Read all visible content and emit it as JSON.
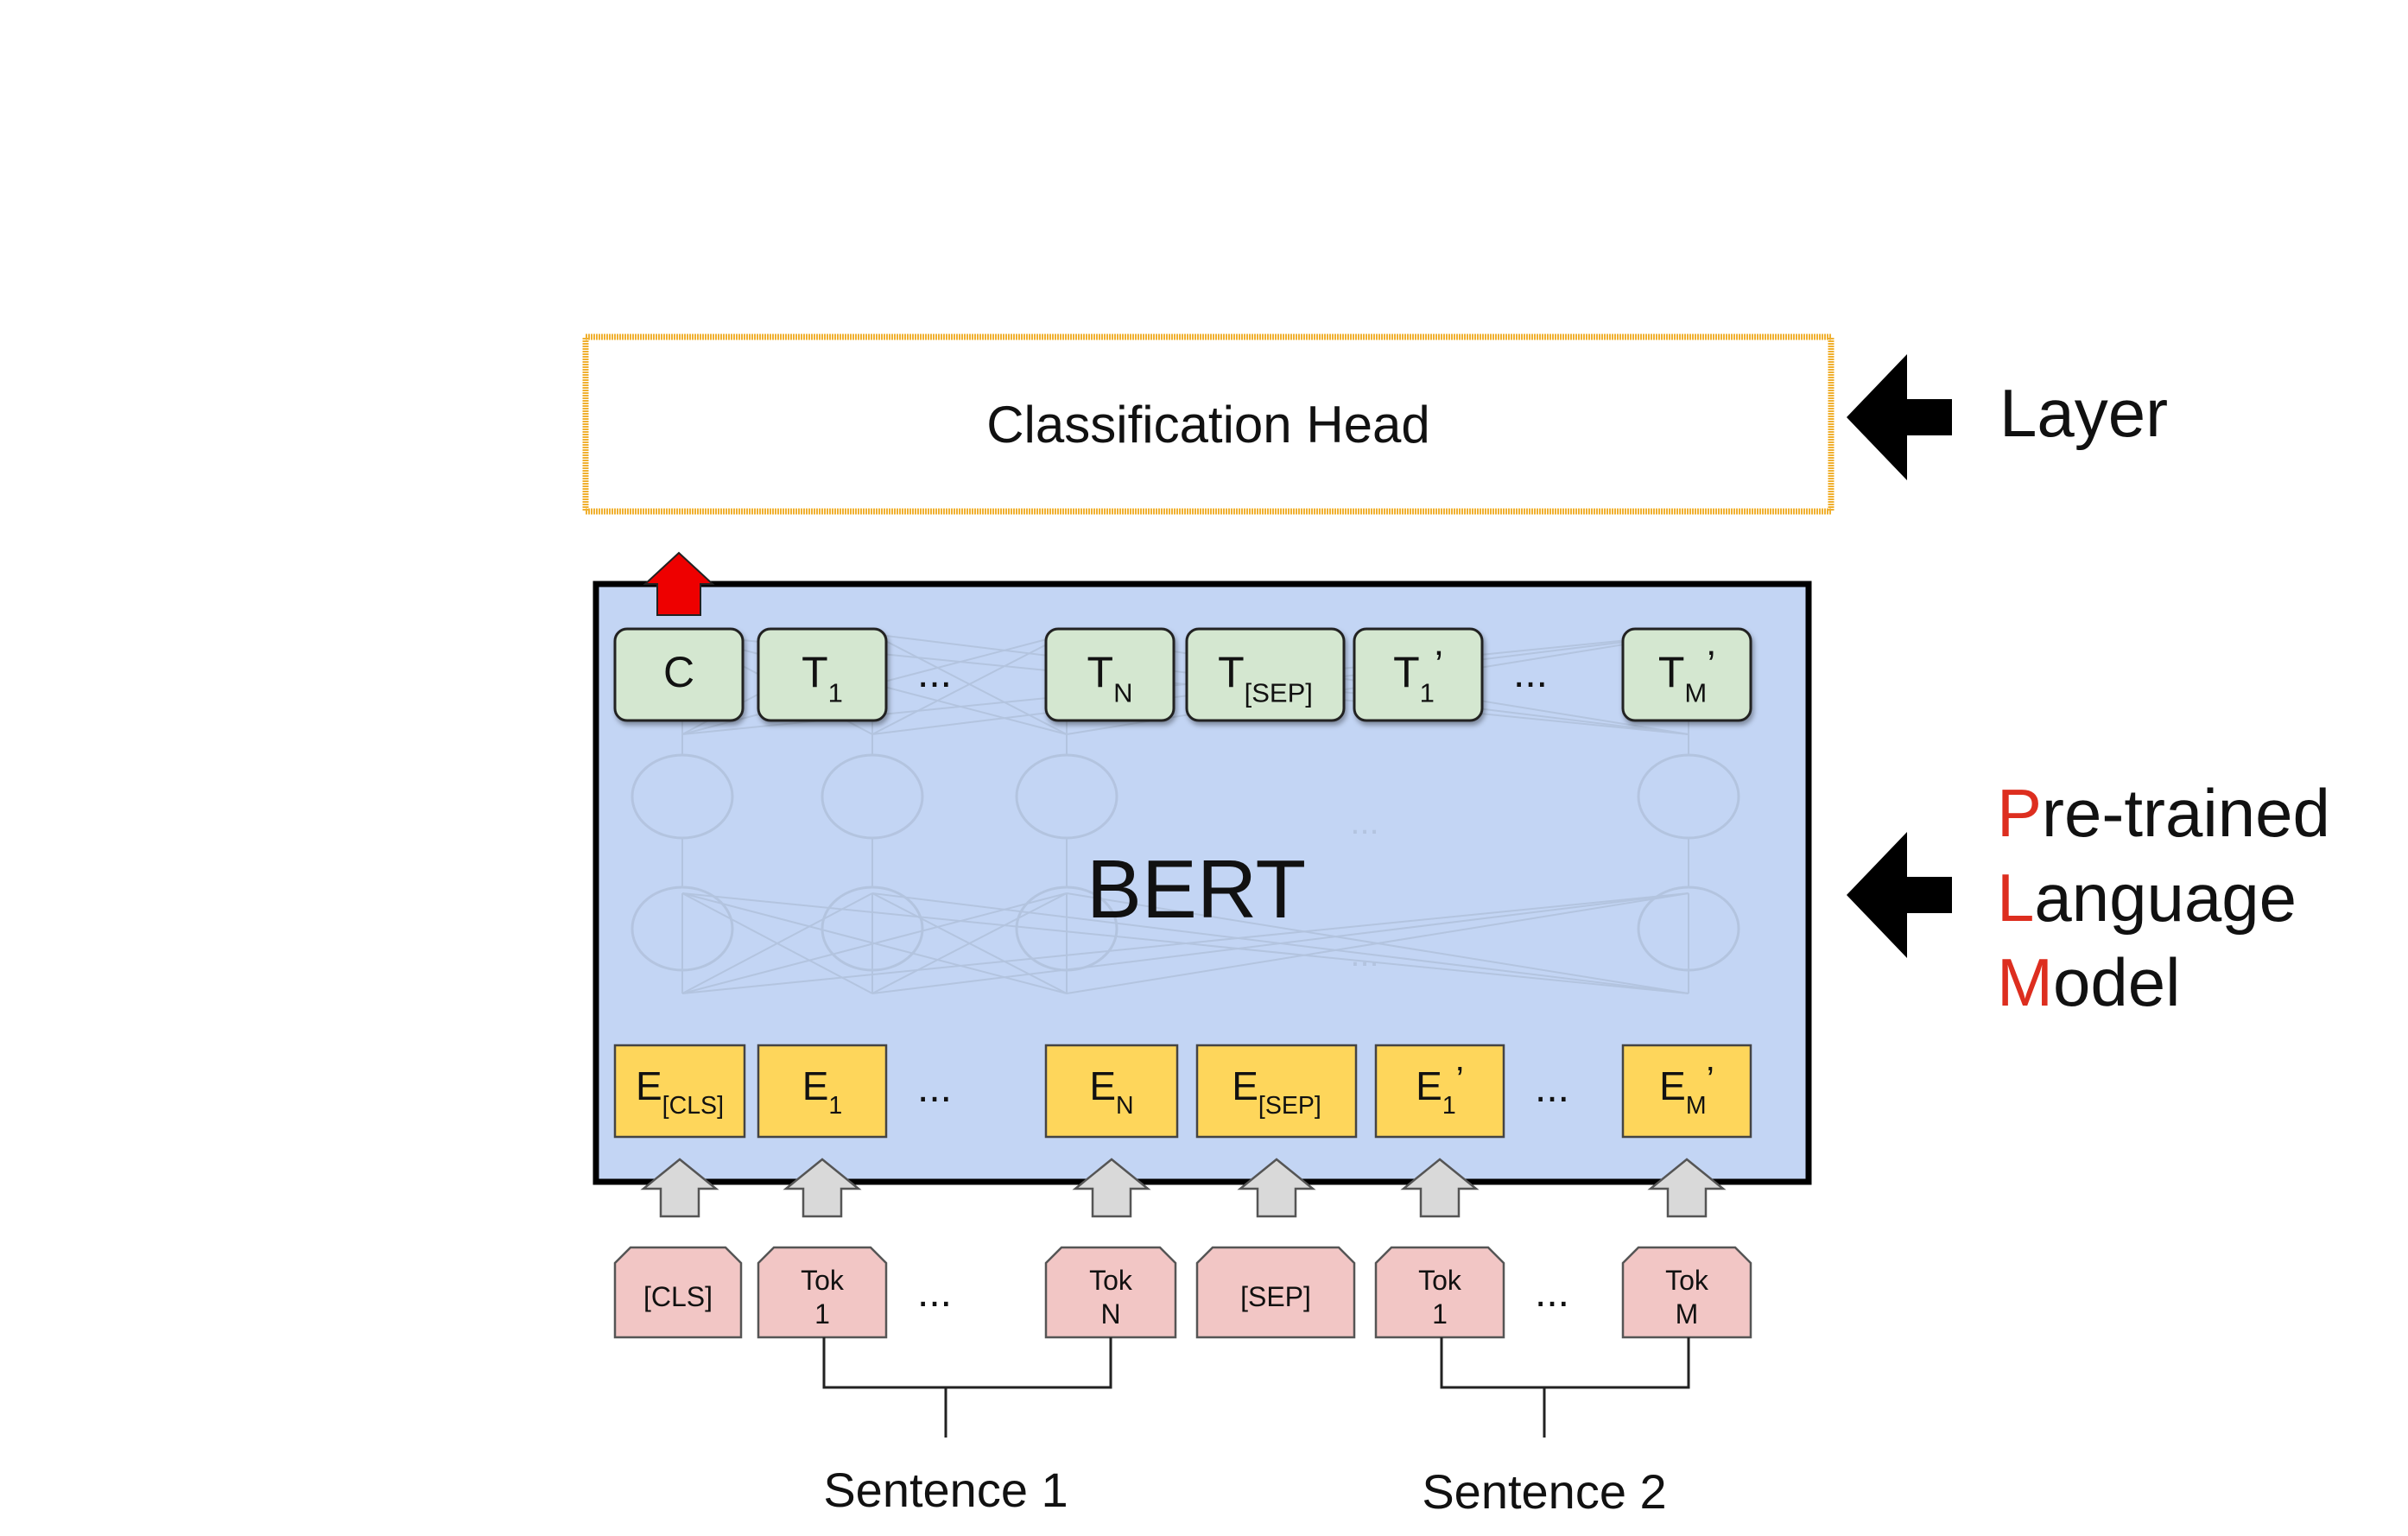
{
  "classification_head": {
    "label": "Classification Head"
  },
  "bert": {
    "label": "BERT"
  },
  "right_labels": {
    "layer": "Layer",
    "plm": [
      {
        "initial": "P",
        "rest": "re-trained"
      },
      {
        "initial": "L",
        "rest": "anguage"
      },
      {
        "initial": "M",
        "rest": "odel"
      }
    ]
  },
  "output_tokens": [
    {
      "main": "C",
      "sub": "",
      "prime": ""
    },
    {
      "main": "T",
      "sub": "1",
      "prime": ""
    },
    {
      "main": "T",
      "sub": "N",
      "prime": ""
    },
    {
      "main": "T",
      "sub": "[SEP]",
      "prime": ""
    },
    {
      "main": "T",
      "sub": "1",
      "prime": "’"
    },
    {
      "main": "T",
      "sub": "M",
      "prime": "’"
    }
  ],
  "embeddings": [
    {
      "main": "E",
      "sub": "[CLS]",
      "prime": ""
    },
    {
      "main": "E",
      "sub": "1",
      "prime": ""
    },
    {
      "main": "E",
      "sub": "N",
      "prime": ""
    },
    {
      "main": "E",
      "sub": "[SEP]",
      "prime": ""
    },
    {
      "main": "E",
      "sub": "1",
      "prime": "’"
    },
    {
      "main": "E",
      "sub": "M",
      "prime": "’"
    }
  ],
  "input_tokens": [
    {
      "line1": "[CLS]",
      "line2": ""
    },
    {
      "line1": "Tok",
      "line2": "1"
    },
    {
      "line1": "Tok",
      "line2": "N"
    },
    {
      "line1": "[SEP]",
      "line2": ""
    },
    {
      "line1": "Tok",
      "line2": "1"
    },
    {
      "line1": "Tok",
      "line2": "M"
    }
  ],
  "ellipsis": "...",
  "sentences": [
    "Sentence 1",
    "Sentence 2"
  ],
  "colors": {
    "head_border": "#f0b030",
    "bert_bg": "#c3d5f4",
    "output_fill": "#d4e7d0",
    "embed_fill": "#fed65b",
    "token_fill": "#f2c6c5",
    "red_arrow": "#ee0000",
    "plm_initial": "#dd2e1f",
    "gray_arrow": "#d9d9d9"
  }
}
